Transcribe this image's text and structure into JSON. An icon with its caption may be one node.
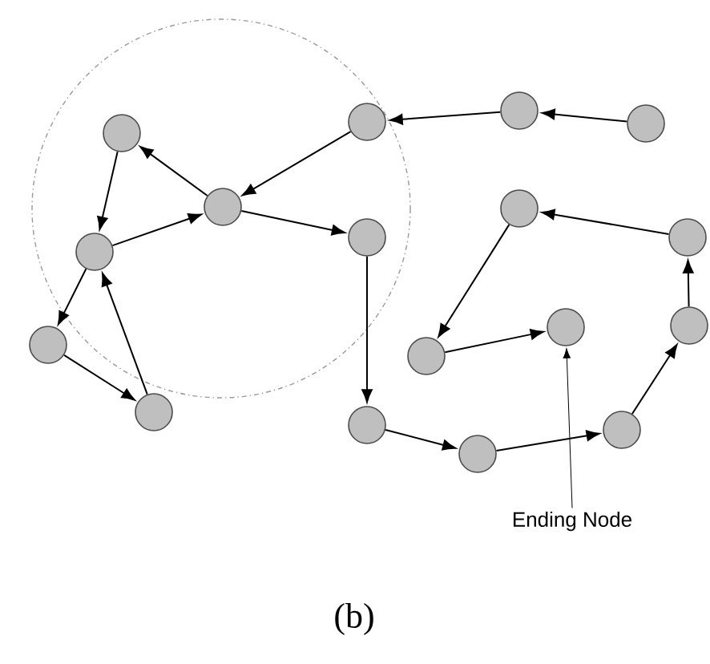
{
  "diagram": {
    "caption": "(b)",
    "nodes": [
      {
        "text": [],
        "shape": "circle"
      },
      {
        "text": [],
        "shape": "circle"
      },
      {
        "text": [],
        "shape": "circle"
      },
      {
        "text": [],
        "shape": "circle"
      },
      {
        "text": [],
        "shape": "circle"
      },
      {
        "text": [],
        "shape": "circle"
      },
      {
        "text": [],
        "shape": "circle"
      },
      {
        "text": [],
        "shape": "circle"
      },
      {
        "text": [],
        "shape": "circle"
      },
      {
        "text": [],
        "shape": "circle"
      },
      {
        "text": [],
        "shape": "circle"
      },
      {
        "text": [],
        "shape": "circle"
      },
      {
        "text": [],
        "shape": "circle"
      },
      {
        "text": [],
        "shape": "circle"
      },
      {
        "text": [],
        "shape": "circle"
      },
      {
        "text": [],
        "shape": "circle"
      },
      {
        "text": [],
        "shape": "circle"
      },
      {
        "text": [
          "Ending Node"
        ]
      }
    ],
    "edges": [
      {
        "from": 8,
        "to": 7,
        "arrow": "to"
      },
      {
        "from": 7,
        "to": 5,
        "arrow": "to"
      },
      {
        "from": 5,
        "to": 1,
        "arrow": "to"
      },
      {
        "from": 1,
        "to": 0,
        "arrow": "to"
      },
      {
        "from": 0,
        "to": 2,
        "arrow": "to"
      },
      {
        "from": 2,
        "to": 1,
        "arrow": "to"
      },
      {
        "from": 2,
        "to": 3,
        "arrow": "to"
      },
      {
        "from": 3,
        "to": 4,
        "arrow": "to"
      },
      {
        "from": 4,
        "to": 2,
        "arrow": "to"
      },
      {
        "from": 1,
        "to": 6,
        "arrow": "to"
      },
      {
        "from": 6,
        "to": 14,
        "arrow": "to"
      },
      {
        "from": 14,
        "to": 15,
        "arrow": "to"
      },
      {
        "from": 15,
        "to": 16,
        "arrow": "to"
      },
      {
        "from": 16,
        "to": 11,
        "arrow": "to"
      },
      {
        "from": 11,
        "to": 10,
        "arrow": "to"
      },
      {
        "from": 10,
        "to": 9,
        "arrow": "to"
      },
      {
        "from": 9,
        "to": 12,
        "arrow": "to"
      },
      {
        "from": 12,
        "to": 13,
        "arrow": "to"
      },
      {
        "from": 17,
        "to": 13,
        "arrow": "to"
      }
    ]
  }
}
